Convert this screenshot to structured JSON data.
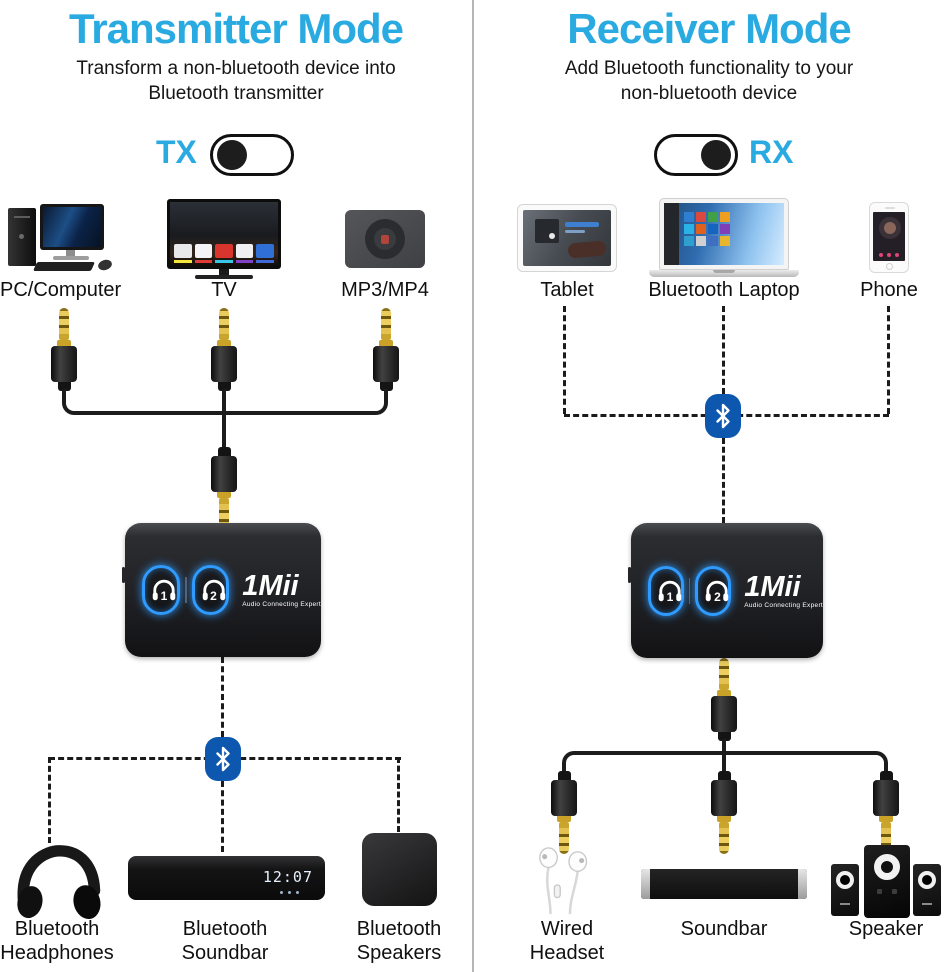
{
  "colors": {
    "accent": "#29abe2",
    "bluetooth_badge": "#0d57ae",
    "button_glow": "#2f9bff"
  },
  "left": {
    "title": "Transmitter Mode",
    "subtitle": [
      "Transform a non-bluetooth device into",
      "Bluetooth transmitter"
    ],
    "toggle_label": "TX",
    "sources": [
      {
        "label": "PC/Computer"
      },
      {
        "label": "TV"
      },
      {
        "label": "MP3/MP4"
      }
    ],
    "adapter": {
      "logo": "1Mii",
      "tagline": "Audio Connecting Expert",
      "button1": "1",
      "button2": "2"
    },
    "sinks": [
      {
        "line1": "Bluetooth",
        "line2": "Headphones"
      },
      {
        "line1": "Bluetooth",
        "line2": "Soundbar"
      },
      {
        "line1": "Bluetooth",
        "line2": "Speakers"
      }
    ],
    "soundbar_clock": "12:07"
  },
  "right": {
    "title": "Receiver Mode",
    "subtitle": [
      "Add Bluetooth functionality to your",
      "non-bluetooth device"
    ],
    "toggle_label": "RX",
    "sources": [
      {
        "label": "Tablet"
      },
      {
        "label": "Bluetooth Laptop"
      },
      {
        "label": "Phone"
      }
    ],
    "adapter": {
      "logo": "1Mii",
      "tagline": "Audio Connecting Expert",
      "button1": "1",
      "button2": "2"
    },
    "sinks": [
      {
        "line1": "Wired",
        "line2": "Headset"
      },
      {
        "line1": "Soundbar",
        "line2": ""
      },
      {
        "line1": "Speaker",
        "line2": ""
      }
    ]
  }
}
